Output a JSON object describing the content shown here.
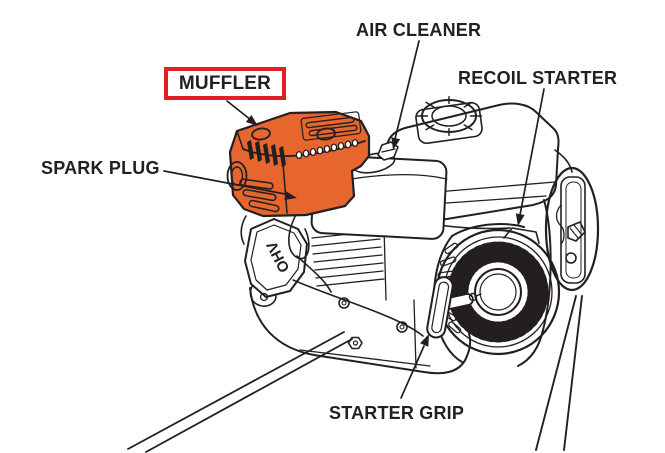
{
  "diagram": {
    "type": "engine-parts-callout",
    "highlighted_part": "MUFFLER"
  },
  "colors": {
    "line_dark": "#231f20",
    "muffler_orange": "#e7662d",
    "highlight_red": "#e01f26",
    "background": "#ffffff"
  },
  "labels": {
    "muffler": "MUFFLER",
    "air_cleaner": "AIR CLEANER",
    "recoil_starter": "RECOIL STARTER",
    "spark_plug": "SPARK PLUG",
    "starter_grip": "STARTER GRIP"
  },
  "engine_markings": {
    "valve_cover": "OHV"
  }
}
